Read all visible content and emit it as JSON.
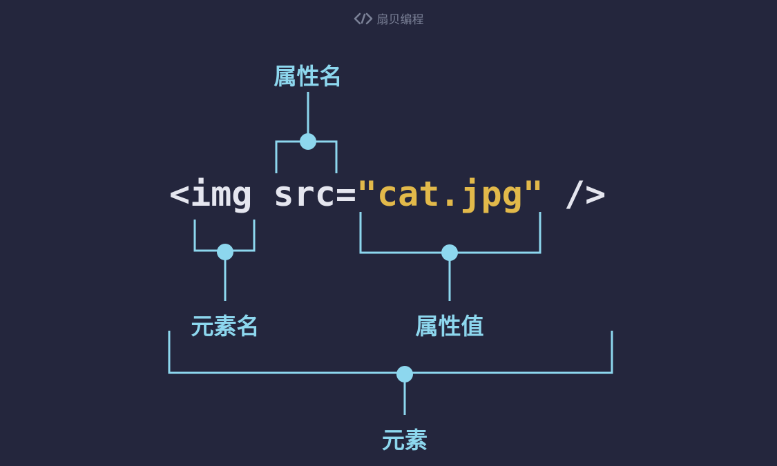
{
  "brand": {
    "name": "扇贝编程",
    "icon": "code-brackets-icon"
  },
  "code": {
    "open": "<img ",
    "attr": "src=",
    "value": "\"cat.jpg\"",
    "close": " />"
  },
  "labels": {
    "attribute_name": "属性名",
    "element_name": "元素名",
    "attribute_value": "属性值",
    "element": "元素"
  },
  "colors": {
    "background": "#24263d",
    "line": "#8dd7ee",
    "code_text": "#e5e6ef",
    "code_value": "#e2b94a",
    "brand": "#7a8096"
  }
}
